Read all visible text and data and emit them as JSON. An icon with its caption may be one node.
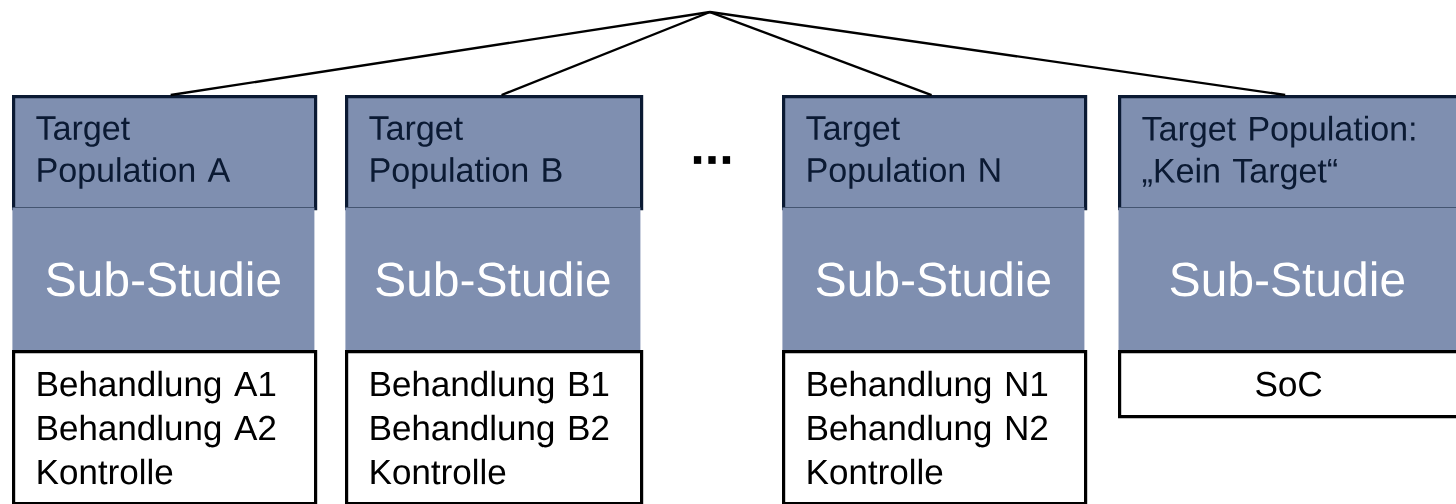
{
  "diagram": {
    "nodes": [
      {
        "text": [
          "Target Population A"
        ]
      },
      {
        "text": [
          "Sub-Studie"
        ]
      },
      {
        "text": [
          "Behandlung A1",
          "Behandlung A2",
          "Kontrolle"
        ]
      },
      {
        "text": [
          "Target Population B"
        ]
      },
      {
        "text": [
          "Sub-Studie"
        ]
      },
      {
        "text": [
          "Behandlung B1",
          "Behandlung B2",
          "Kontrolle"
        ]
      },
      {
        "text": [
          "Target Population N"
        ]
      },
      {
        "text": [
          "Sub-Studie"
        ]
      },
      {
        "text": [
          "Behandlung N1",
          "Behandlung N2",
          "Kontrolle"
        ]
      },
      {
        "text": [
          "Target Population: „Kein Target“"
        ]
      },
      {
        "text": [
          "Sub-Studie"
        ]
      },
      {
        "text": [
          "SoC"
        ]
      }
    ],
    "edges": [
      {
        "from": null,
        "to": 0,
        "arrow": "none"
      },
      {
        "from": null,
        "to": 3,
        "arrow": "none"
      },
      {
        "from": null,
        "to": 6,
        "arrow": "none"
      },
      {
        "from": null,
        "to": 9,
        "arrow": "none"
      }
    ],
    "labels": [
      "..."
    ]
  }
}
